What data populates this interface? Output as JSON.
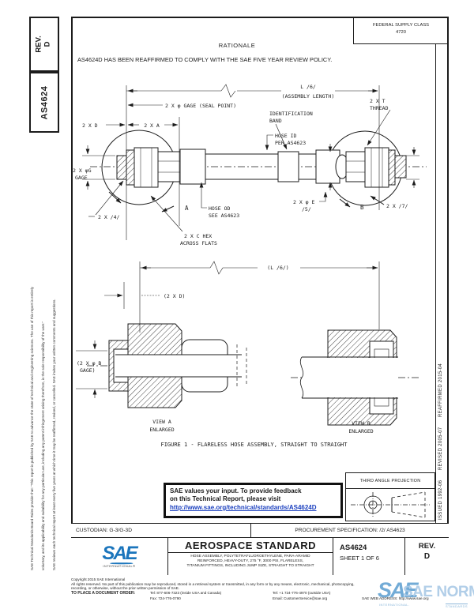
{
  "colors": {
    "sae_blue": "#1b75bc",
    "link_blue": "#1a3fbf",
    "watermark_blue": "#9cc2e0"
  },
  "left_margin": {
    "rev_label": "REV.",
    "rev_value": "D",
    "doc_number": "AS4624",
    "disclaimer_1": "SAE Technical Standards Board Rules provide that: \"This report is published by SAE to advance the state of technical and engineering sciences. The use of this report is entirely",
    "disclaimer_2": "voluntary, and its applicability and suitability for any particular use, including any patent infringement arising therefrom, is the sole responsibility of the user.\"",
    "disclaimer_3": "SAE reviews each technical report at least every five years at which time it may be reaffirmed, revised, or cancelled. SAE invites your written comments and suggestions."
  },
  "right_margin": {
    "revision_history": "ISSUED 1992-06  REVISED 2005-07  REAFFIRMED 2015-04"
  },
  "header": {
    "fsc_label": "FEDERAL SUPPLY CLASS",
    "fsc_value": "4720"
  },
  "rationale": {
    "title": "RATIONALE",
    "body": "AS4624D HAS BEEN REAFFIRMED TO COMPLY WITH THE SAE FIVE YEAR REVIEW POLICY."
  },
  "drawing": {
    "labels": {
      "assembly_length_1": "L /6/",
      "assembly_length_2": "(ASSEMBLY LENGTH)",
      "seal_gage": "2 X φ GAGE (SEAL POINT)",
      "dim_2xd": "2 X D",
      "dim_2xa": "2 X A",
      "thread_1": "2 X T",
      "thread_2": "THREAD",
      "id_band_1": "IDENTIFICATION",
      "id_band_2": "BAND",
      "hose_id_1": "HOSE ID",
      "hose_id_2": "PER AS4623",
      "gage_g_1": "2 X φG",
      "gage_g_2": "GAGE",
      "view_a_marker": "A",
      "view_b_marker": "B",
      "dim_2x4": "2 X /4/",
      "dim_2x7": "2 X /7/",
      "hose_od_1": "HOSE OD",
      "hose_od_2": "SEE AS4623",
      "hex_1": "2 X C HEX",
      "hex_2": "ACROSS FLATS",
      "dim_e_1": "2 X φ E",
      "dim_e_2": "/5/",
      "enl_length": "(L /6/)",
      "enl_2xd": "(2 X D)",
      "enl_gage_b_1": "(2 X φ B",
      "enl_gage_b_2": "GAGE)",
      "view_a_1": "VIEW A",
      "view_a_2": "ENLARGED",
      "view_b_1": "VIEW B",
      "view_b_2": "ENLARGED"
    }
  },
  "figure_caption": "FIGURE 1 - FLARELESS HOSE ASSEMBLY, STRAIGHT TO STRAIGHT",
  "feedback_box": {
    "line1": "SAE values your input. To provide feedback",
    "line2": "on this Technical Report, please visit",
    "link": "http://www.sae.org/technical/standards/AS4624D"
  },
  "projection_box": {
    "label": "THIRD ANGLE PROJECTION"
  },
  "info_row": {
    "custodian": "CUSTODIAN: G-3/G-3D",
    "procurement": "PROCUREMENT SPECIFICATION: /2/ AS4623"
  },
  "title_block": {
    "logo_text": "SAE",
    "logo_sub": "INTERNATIONAL®",
    "heading": "AEROSPACE STANDARD",
    "subtitle_1": "HOSE ASSEMBLY, POLYTETRAFLUOROETHYLENE, PARA-ARAMID",
    "subtitle_2": "REINFORCED, HEAVY-DUTY, 275 °F, 3000 PSI, FLARELESS,",
    "subtitle_3": "TITANIUM FITTINGS, INCLUDING JUMP SIZE, STRAIGHT TO STRAIGHT",
    "doc_number": "AS4624",
    "sheet": "SHEET 1 OF 6",
    "rev_label": "REV.",
    "rev_value": "D"
  },
  "footer": {
    "copyright": "Copyright 2015 SAE International",
    "rights_1": "All rights reserved. No part of this publication may be reproduced, stored in a retrieval system or transmitted, in any form or by any means, electronic, mechanical, photocopying,",
    "rights_2": "recording, or otherwise, without the prior written permission of SAE.",
    "order_label": "TO PLACE A DOCUMENT ORDER:",
    "tel_inside": "Tel: 877-606-7323 (inside USA and Canada)",
    "tel_outside": "Tel: +1 724-776-4970 (outside USA)",
    "fax": "Fax: 724-776-0790",
    "email": "Email: CustomerService@sae.org",
    "web": "SAE WEB ADDRESS: http://www.sae.org"
  },
  "watermark": {
    "logo": "SAE",
    "text": "SAE NORM",
    "sub1": "INTERNATIONAL.",
    "sub2": "STANDARDS"
  }
}
